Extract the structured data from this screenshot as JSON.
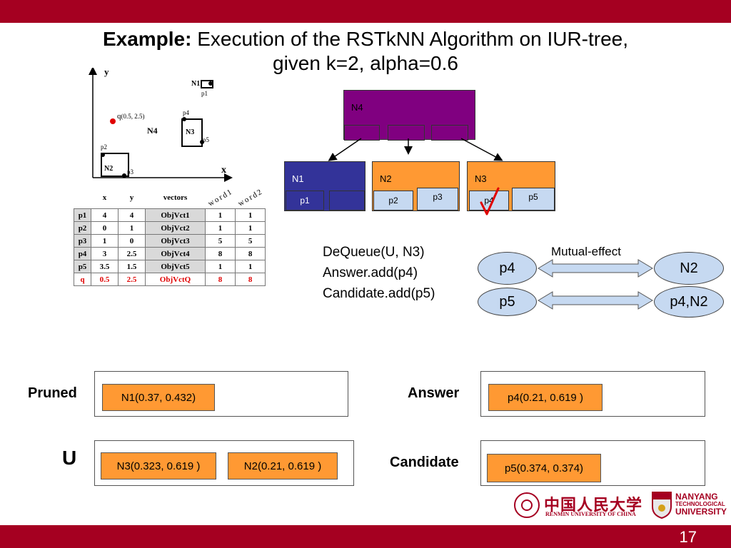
{
  "title": {
    "bold": "Example:",
    "rest_line1": " Execution of the RSTkNN Algorithm on IUR-tree,",
    "line2": "given k=2, alpha=0.6"
  },
  "plot": {
    "axis_x": "x",
    "axis_y": "y",
    "N1": "N1",
    "N2": "N2",
    "N3": "N3",
    "N4": "N4",
    "p1": "p1",
    "p2": "p2",
    "p3": "p3",
    "p4": "p4",
    "p5": "p5",
    "q": "q",
    "q_coord": "(0.5, 2.5)"
  },
  "table": {
    "headers": [
      "",
      "x",
      "y",
      "vectors",
      "word1",
      "word2"
    ],
    "rows": [
      [
        "p1",
        "4",
        "4",
        "ObjVct1",
        "1",
        "1"
      ],
      [
        "p2",
        "0",
        "1",
        "ObjVct2",
        "1",
        "1"
      ],
      [
        "p3",
        "1",
        "0",
        "ObjVct3",
        "5",
        "5"
      ],
      [
        "p4",
        "3",
        "2.5",
        "ObjVct4",
        "8",
        "8"
      ],
      [
        "p5",
        "3.5",
        "1.5",
        "ObjVct5",
        "1",
        "1"
      ],
      [
        "q",
        "0.5",
        "2.5",
        "ObjVctQ",
        "8",
        "8"
      ]
    ]
  },
  "tree": {
    "root": "N4",
    "n1": {
      "label": "N1",
      "child": "p1"
    },
    "n2": {
      "label": "N2",
      "child1": "p2",
      "child2": "p3"
    },
    "n3": {
      "label": "N3",
      "child1": "p4",
      "child2": "p5"
    }
  },
  "ops": {
    "line1": "DeQueue(U, N3)",
    "line2": "Answer.add(p4)",
    "line3": "Candidate.add(p5)"
  },
  "effect": {
    "label": "Mutual-effect",
    "left1": "p4",
    "right1": "N2",
    "left2": "p5",
    "right2": "p4,N2"
  },
  "boxes": {
    "pruned_label": "Pruned",
    "pruned_item": "N1(0.37, 0.432)",
    "u_label": "U",
    "u_item1": "N3(0.323, 0.619 )",
    "u_item2": "N2(0.21, 0.619 )",
    "answer_label": "Answer",
    "answer_item": "p4(0.21, 0.619 )",
    "candidate_label": "Candidate",
    "candidate_item": "p5(0.374, 0.374)"
  },
  "logos": {
    "renmin_cn": "中国人民大学",
    "renmin_en": "RENMIN UNIVERSITY OF CHINA",
    "ntu_1": "NANYANG",
    "ntu_2": "TECHNOLOGICAL",
    "ntu_3": "UNIVERSITY"
  },
  "page_number": "17",
  "colors": {
    "bar": "#a50021",
    "purple": "#800080",
    "navy": "#333399",
    "orange": "#ff9933",
    "lightblue": "#c6d9f1",
    "red": "#e00000"
  }
}
